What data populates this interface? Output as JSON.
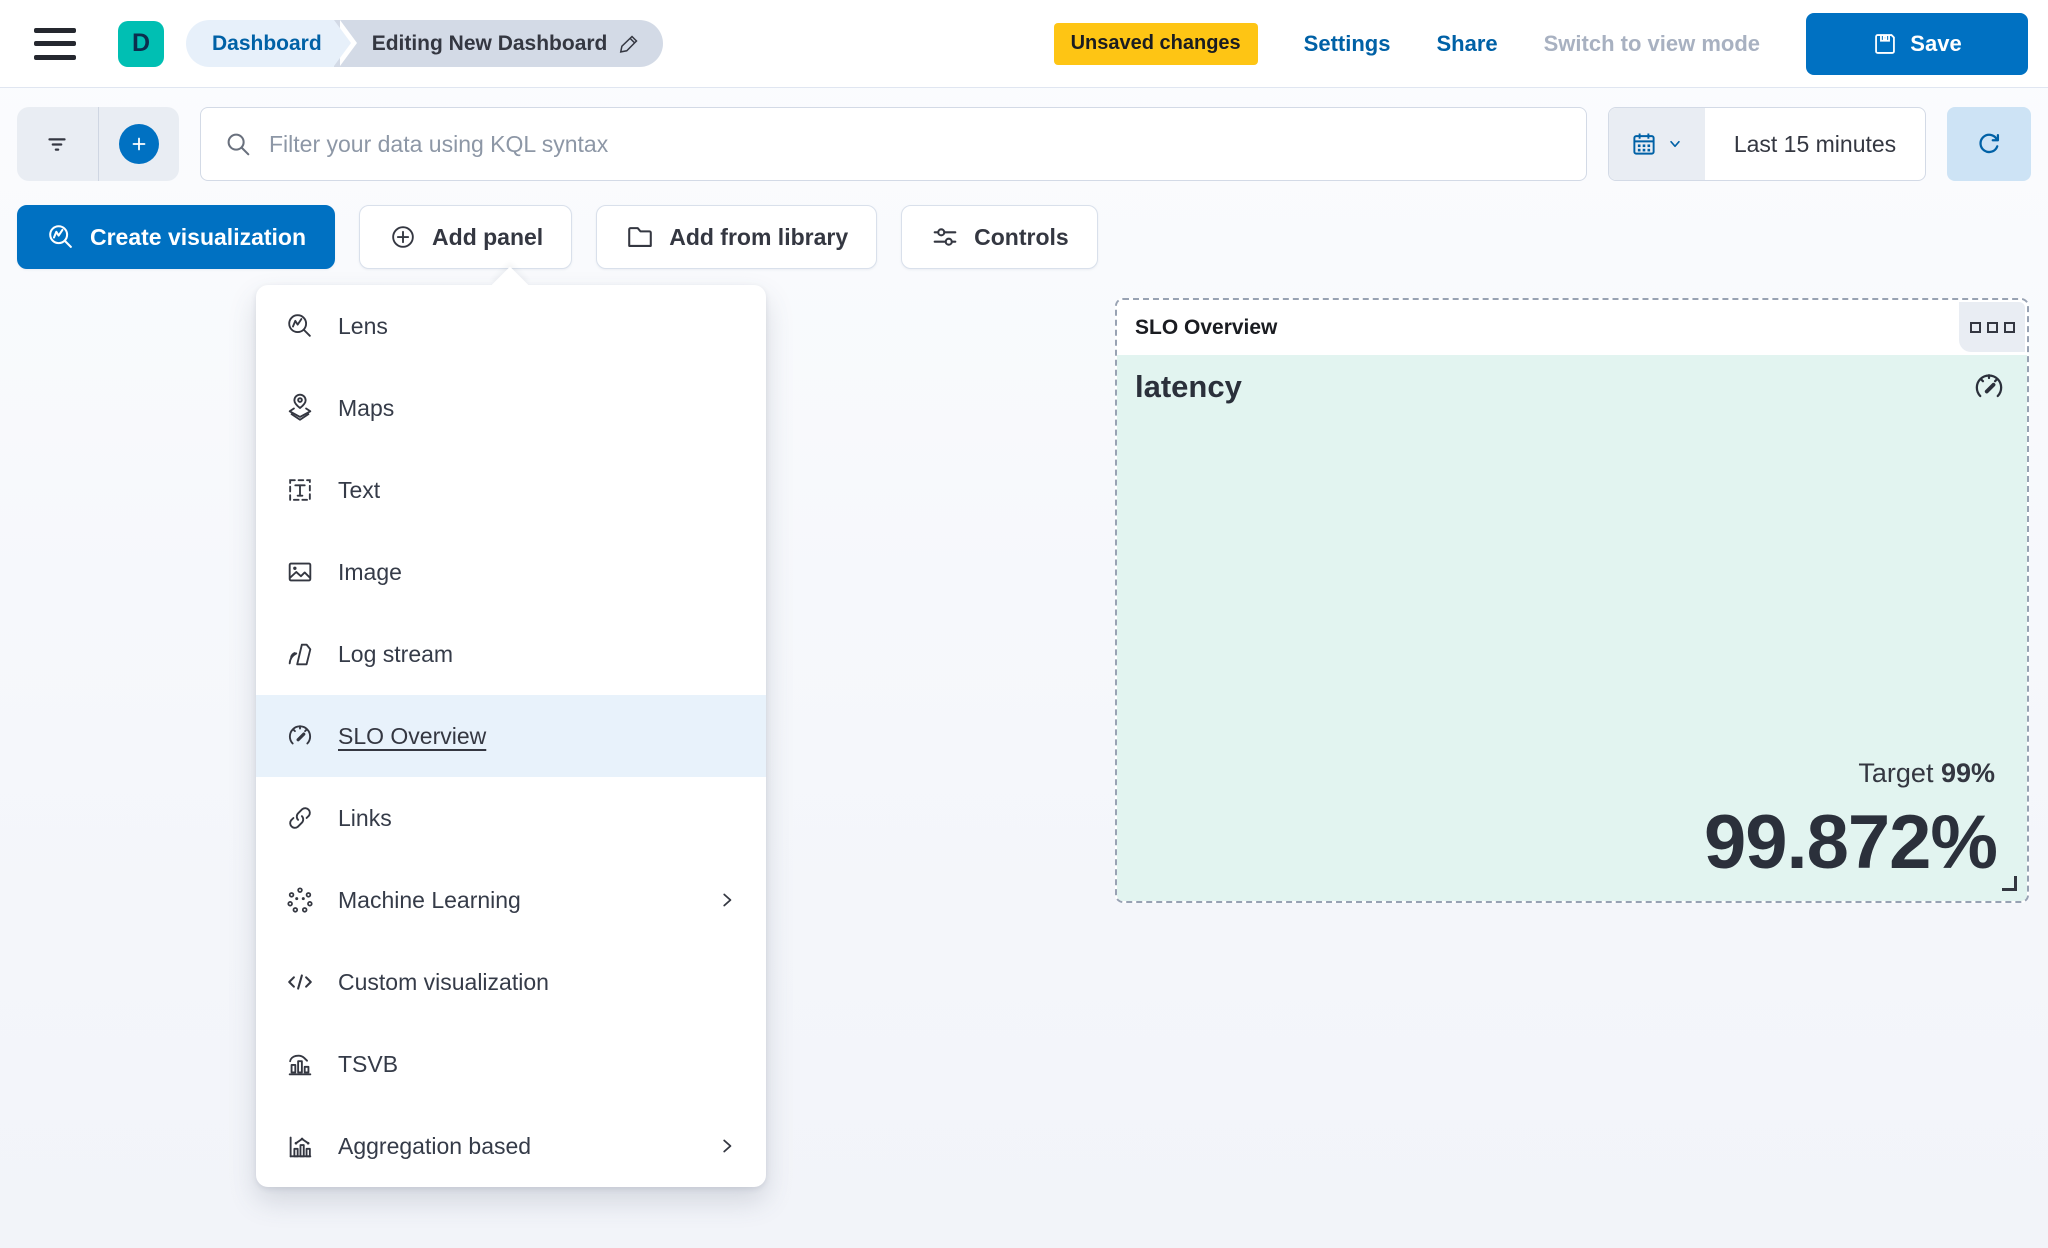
{
  "header": {
    "logo_letter": "D",
    "breadcrumbs": [
      {
        "label": "Dashboard"
      },
      {
        "label": "Editing New Dashboard"
      }
    ],
    "unsaved_badge": "Unsaved changes",
    "settings_label": "Settings",
    "share_label": "Share",
    "view_mode_label": "Switch to view mode",
    "save_label": "Save"
  },
  "search_bar": {
    "placeholder": "Filter your data using KQL syntax",
    "time_range": "Last 15 minutes",
    "icons": [
      "filter-icon",
      "add-filter-plus-icon",
      "search-icon",
      "calendar-icon",
      "chevron-down-icon",
      "refresh-icon"
    ]
  },
  "toolbar": {
    "create_visualization": "Create visualization",
    "add_panel": "Add panel",
    "add_from_library": "Add from library",
    "controls": "Controls"
  },
  "add_panel_menu": {
    "items": [
      {
        "label": "Lens",
        "icon": "lens-icon",
        "selected": false,
        "has_submenu": false
      },
      {
        "label": "Maps",
        "icon": "maps-icon",
        "selected": false,
        "has_submenu": false
      },
      {
        "label": "Text",
        "icon": "text-icon",
        "selected": false,
        "has_submenu": false
      },
      {
        "label": "Image",
        "icon": "image-icon",
        "selected": false,
        "has_submenu": false
      },
      {
        "label": "Log stream",
        "icon": "log-stream-icon",
        "selected": false,
        "has_submenu": false
      },
      {
        "label": "SLO Overview",
        "icon": "gauge-icon",
        "selected": true,
        "has_submenu": false
      },
      {
        "label": "Links",
        "icon": "link-icon",
        "selected": false,
        "has_submenu": false
      },
      {
        "label": "Machine Learning",
        "icon": "machine-learning-icon",
        "selected": false,
        "has_submenu": true
      },
      {
        "label": "Custom visualization",
        "icon": "code-icon",
        "selected": false,
        "has_submenu": false
      },
      {
        "label": "TSVB",
        "icon": "tsvb-icon",
        "selected": false,
        "has_submenu": false
      },
      {
        "label": "Aggregation based",
        "icon": "aggregation-icon",
        "selected": false,
        "has_submenu": true
      }
    ]
  },
  "slo_panel": {
    "header_title": "SLO Overview",
    "metric_title": "latency",
    "target_label": "Target ",
    "target_value": "99%",
    "value": "99.872%"
  },
  "colors": {
    "primary_blue": "#0071c2",
    "link_blue": "#0061a6",
    "teal_logo": "#00bfb3",
    "warning_yellow": "#fec514",
    "mint_panel_bg": "#e2f4f0",
    "selected_row_bg": "#e8f2fb",
    "dashed_border": "#98a2b3",
    "dark_text": "#343741"
  }
}
